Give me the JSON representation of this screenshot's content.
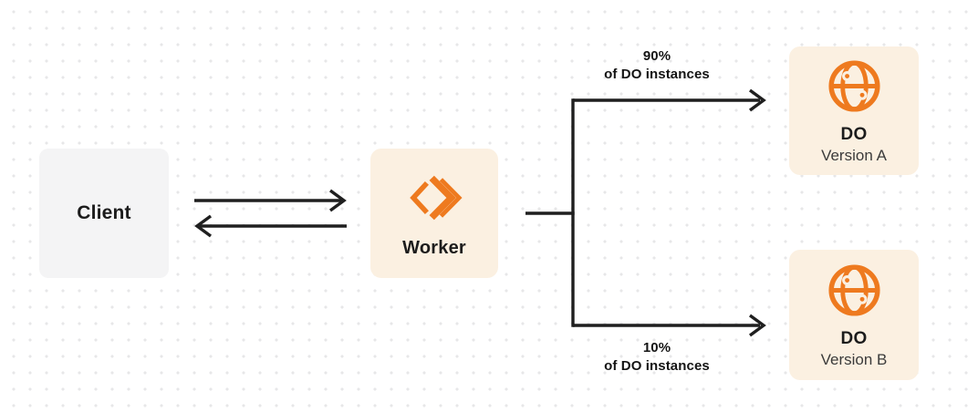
{
  "diagram": {
    "nodes": {
      "client": {
        "label": "Client"
      },
      "worker": {
        "label": "Worker"
      },
      "do_version_a": {
        "title": "DO",
        "subtitle": "Version A"
      },
      "do_version_b": {
        "title": "DO",
        "subtitle": "Version B"
      }
    },
    "edges": {
      "worker_to_do_a": {
        "percent": "90%",
        "caption": "of DO instances"
      },
      "worker_to_do_b": {
        "percent": "10%",
        "caption": "of DO instances"
      }
    },
    "icons": {
      "worker_icon": "cloudflare-workers-logo",
      "durable_object_icon": "globe-icon"
    },
    "colors": {
      "accent_orange": "#ee7a1f",
      "node_cream": "#fbf0e1",
      "node_gray": "#f4f4f5",
      "connector": "#1f1f1f",
      "background": "#ffffff",
      "dot_grid": "#e7e7e8",
      "subtitle_text": "#3b3b3b"
    }
  }
}
